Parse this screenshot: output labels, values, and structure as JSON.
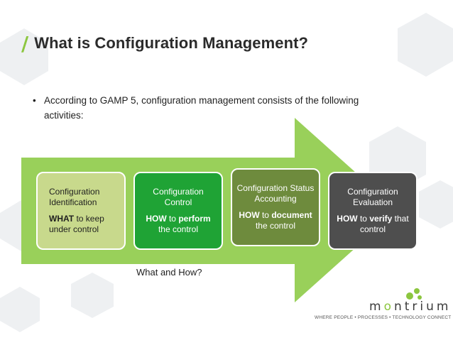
{
  "slide": {
    "title_mark": "/",
    "title": "What is Configuration Management?",
    "bullet_mark": "•",
    "bullet": "According to GAMP 5, configuration management consists of the following activities:",
    "activities": [
      {
        "title": "Configuration Identification",
        "act_strong_1": "WHAT",
        "act_rest_1": " to keep under control",
        "act_strong_2": "",
        "act_rest_2": ""
      },
      {
        "title": "Configuration Control",
        "act_strong_1": "HOW",
        "act_rest_1": " to ",
        "act_strong_2": "perform",
        "act_rest_2": " the control"
      },
      {
        "title": "Configuration Status Accounting",
        "act_strong_1": "HOW",
        "act_rest_1": " to ",
        "act_strong_2": "document",
        "act_rest_2": " the control"
      },
      {
        "title": "Configuration Evaluation",
        "act_strong_1": "HOW",
        "act_rest_1": " to ",
        "act_strong_2": "verify",
        "act_rest_2": " that control"
      }
    ],
    "caption": "What and How?"
  },
  "logo": {
    "wordmark_pre": "m",
    "wordmark_o": "o",
    "wordmark_post": "ntrium",
    "tagline": "WHERE PEOPLE • PROCESSES • TECHNOLOGY CONNECT"
  },
  "colors": {
    "accent_green": "#8cc63f",
    "box1": "#c8d98c",
    "box2": "#1fa335",
    "box3": "#6e8b3d",
    "box4": "#4e4e4e"
  },
  "icons": [
    "montrium-logo-icon"
  ]
}
